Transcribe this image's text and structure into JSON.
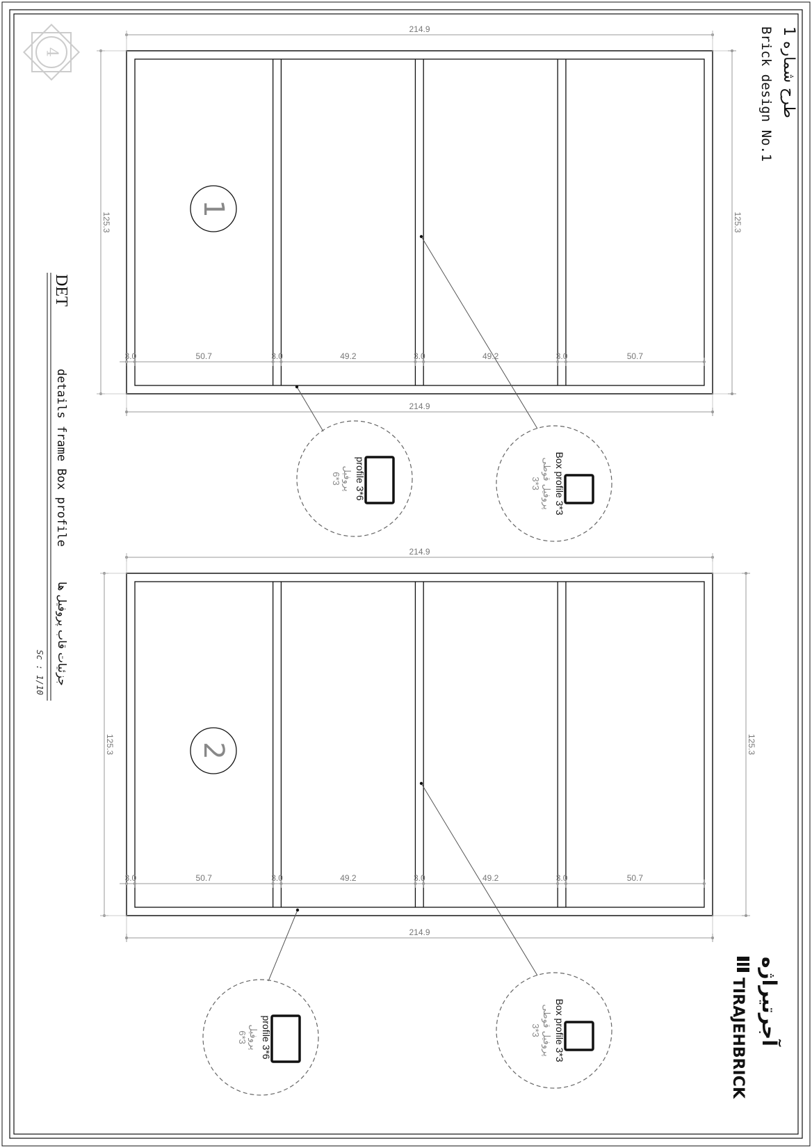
{
  "title_block": {
    "design_fa": "طرح شماره 1",
    "design_en": "Brick design No.1",
    "det": "DET",
    "details_en": "details frame Box profile",
    "details_fa": "جزئیات قاب پروفیل ها",
    "scale": "Sc : 1/10"
  },
  "sheet_badge": "4",
  "brand": {
    "fa": "آجرتیراژه",
    "en": "TIRAJEHBRICK"
  },
  "frames": [
    {
      "number": "1",
      "width": "214.9",
      "height": "125.3",
      "segments": [
        "3.0",
        "50.7",
        "3.0",
        "49.2",
        "3.0",
        "49.2",
        "3.0",
        "50.7"
      ],
      "callouts": [
        {
          "en": "Box profile 3*3",
          "fa": "پروفیل قوطی",
          "size": "3*3"
        },
        {
          "en": "profile 3*6",
          "fa": "پروفیل",
          "size": "6*3"
        }
      ]
    },
    {
      "number": "2",
      "width": "214.9",
      "height": "125.3",
      "segments": [
        "3.0",
        "50.7",
        "3.0",
        "49.2",
        "3.0",
        "49.2",
        "3.0",
        "50.7"
      ],
      "callouts": [
        {
          "en": "Box profile 3*3",
          "fa": "پروفیل قوطی",
          "size": "3*3"
        },
        {
          "en": "profile 3*6",
          "fa": "پروفیل",
          "size": "6*3"
        }
      ]
    }
  ]
}
